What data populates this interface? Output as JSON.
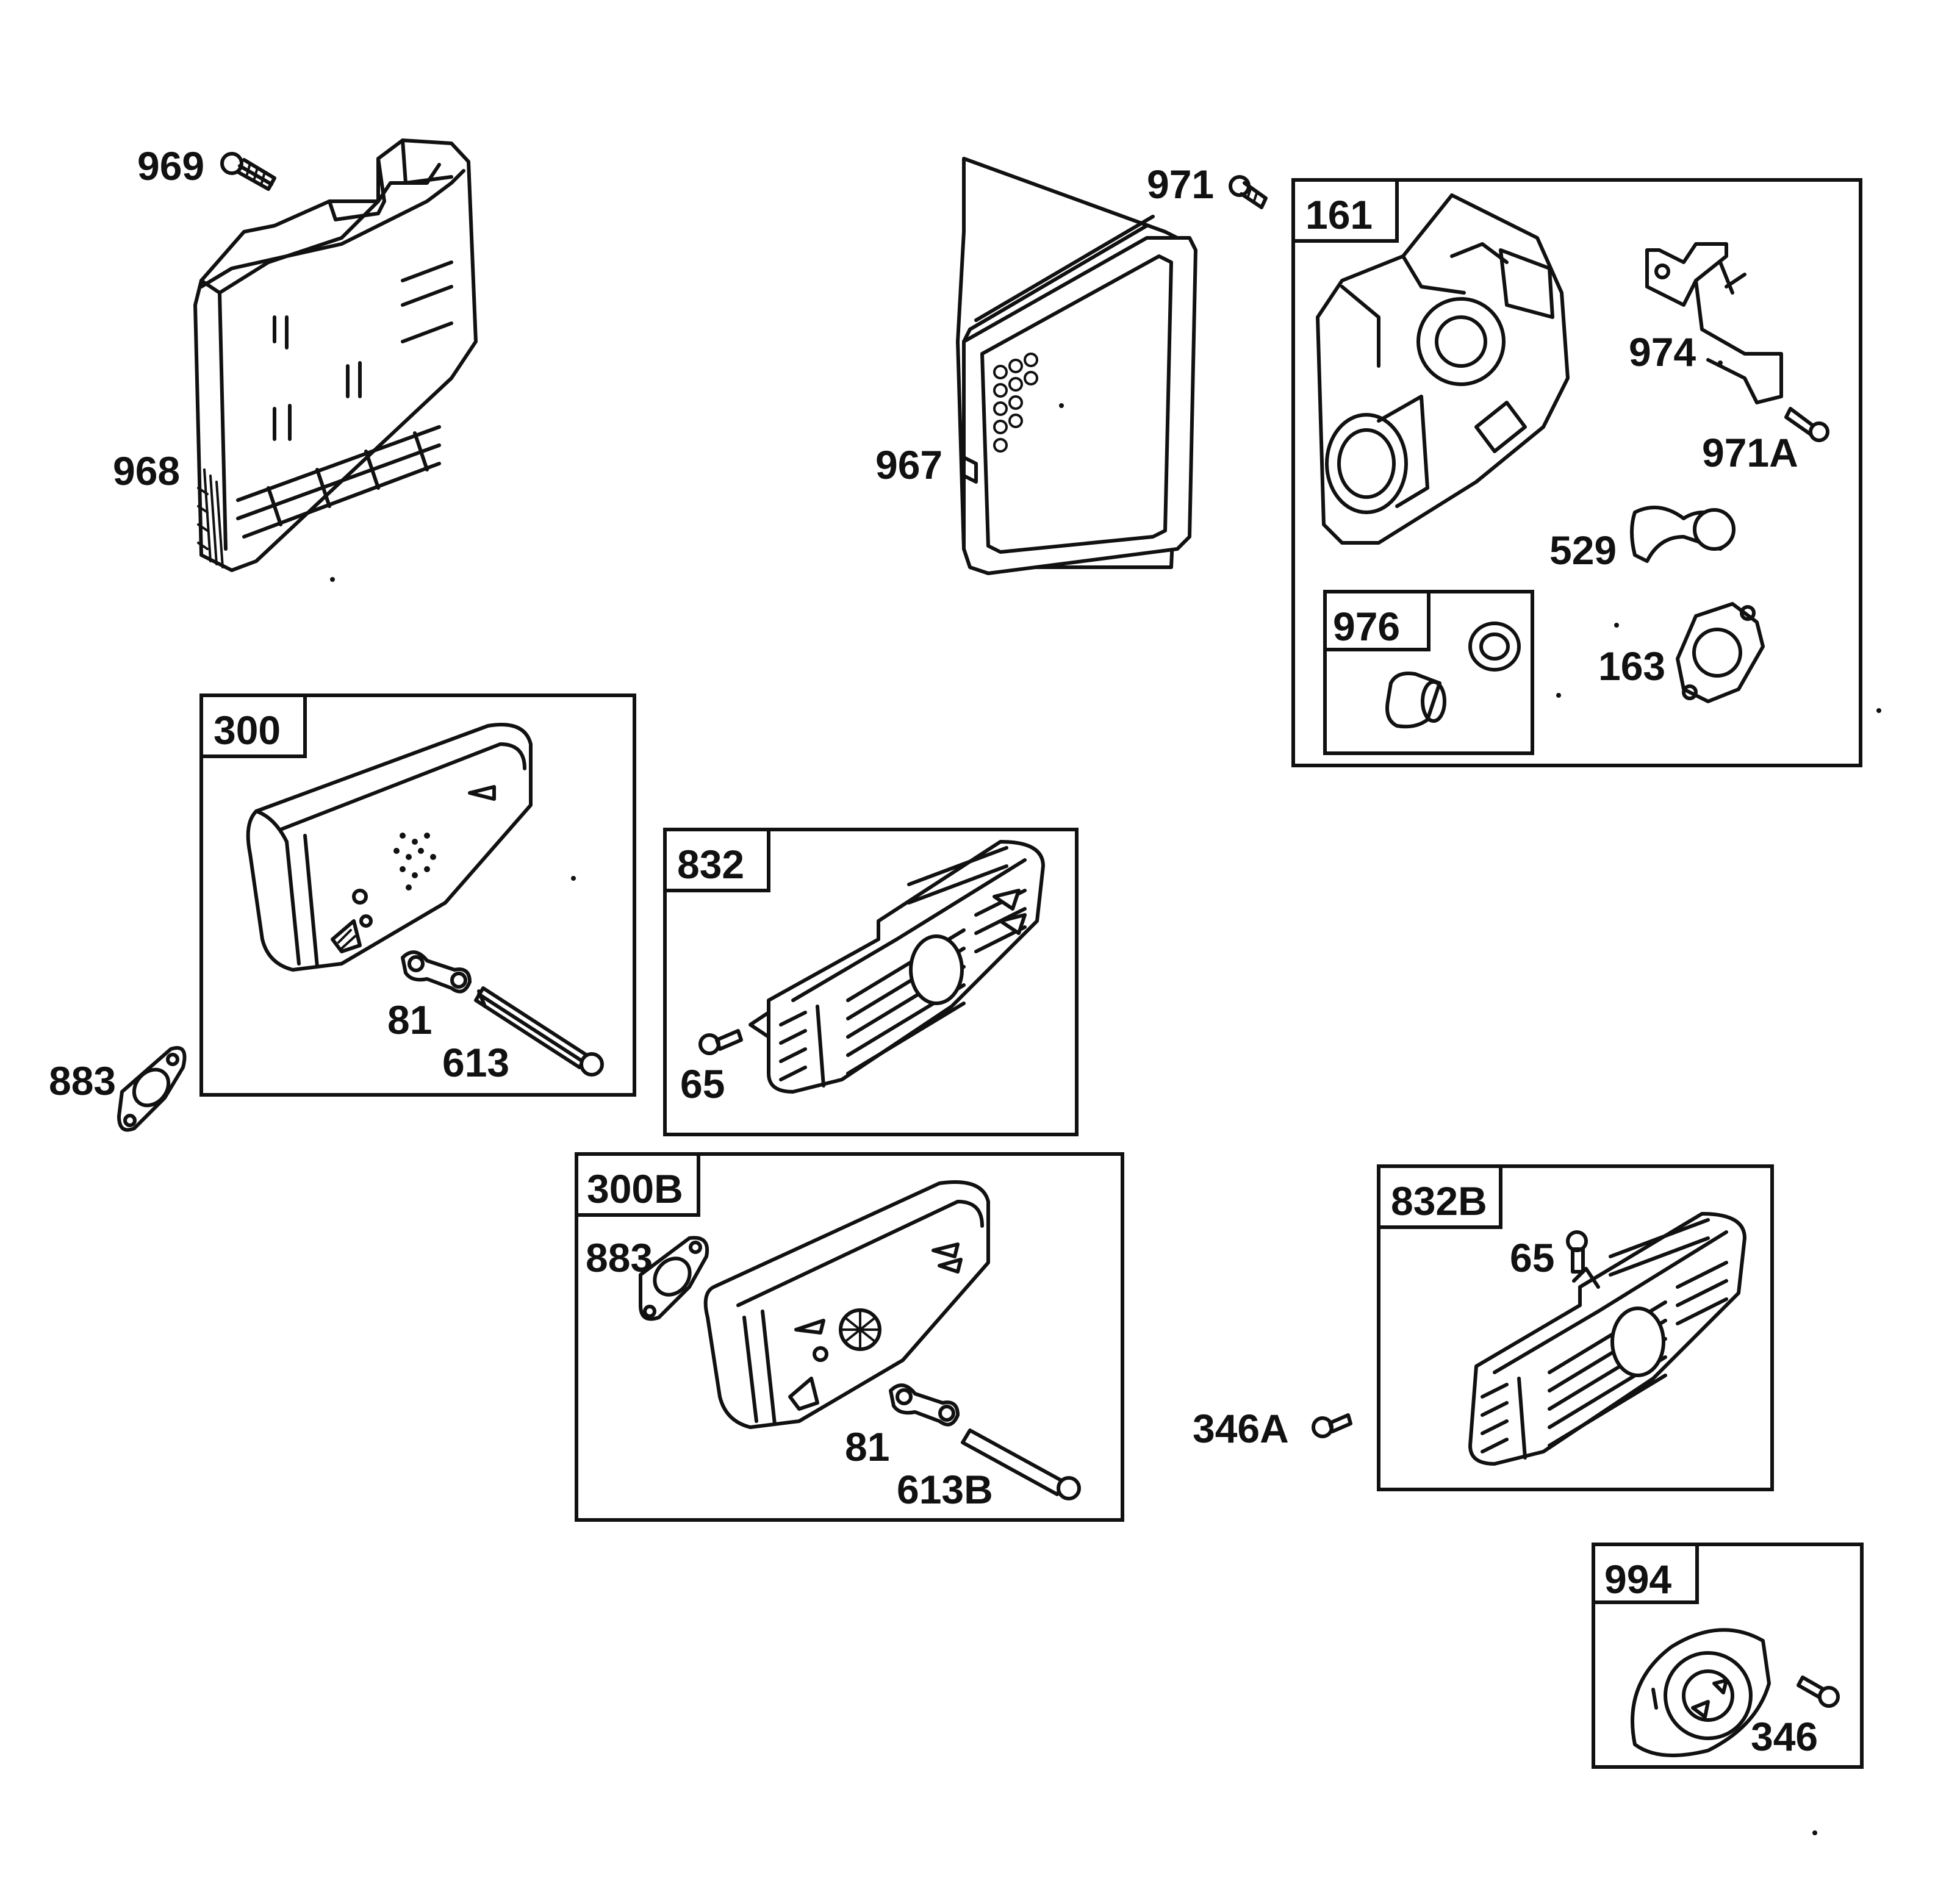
{
  "parts": {
    "p969": "969",
    "p968": "968",
    "p971": "971",
    "p967": "967",
    "p161": "161",
    "p974": "974",
    "p971A": "971A",
    "p529": "529",
    "p976": "976",
    "p163": "163",
    "p300": "300",
    "p81a": "81",
    "p613": "613",
    "p883a": "883",
    "p832": "832",
    "p65a": "65",
    "p300B": "300B",
    "p883b": "883",
    "p81b": "81",
    "p613B": "613B",
    "p832B": "832B",
    "p65b": "65",
    "p346A": "346A",
    "p994": "994",
    "p346": "346"
  }
}
